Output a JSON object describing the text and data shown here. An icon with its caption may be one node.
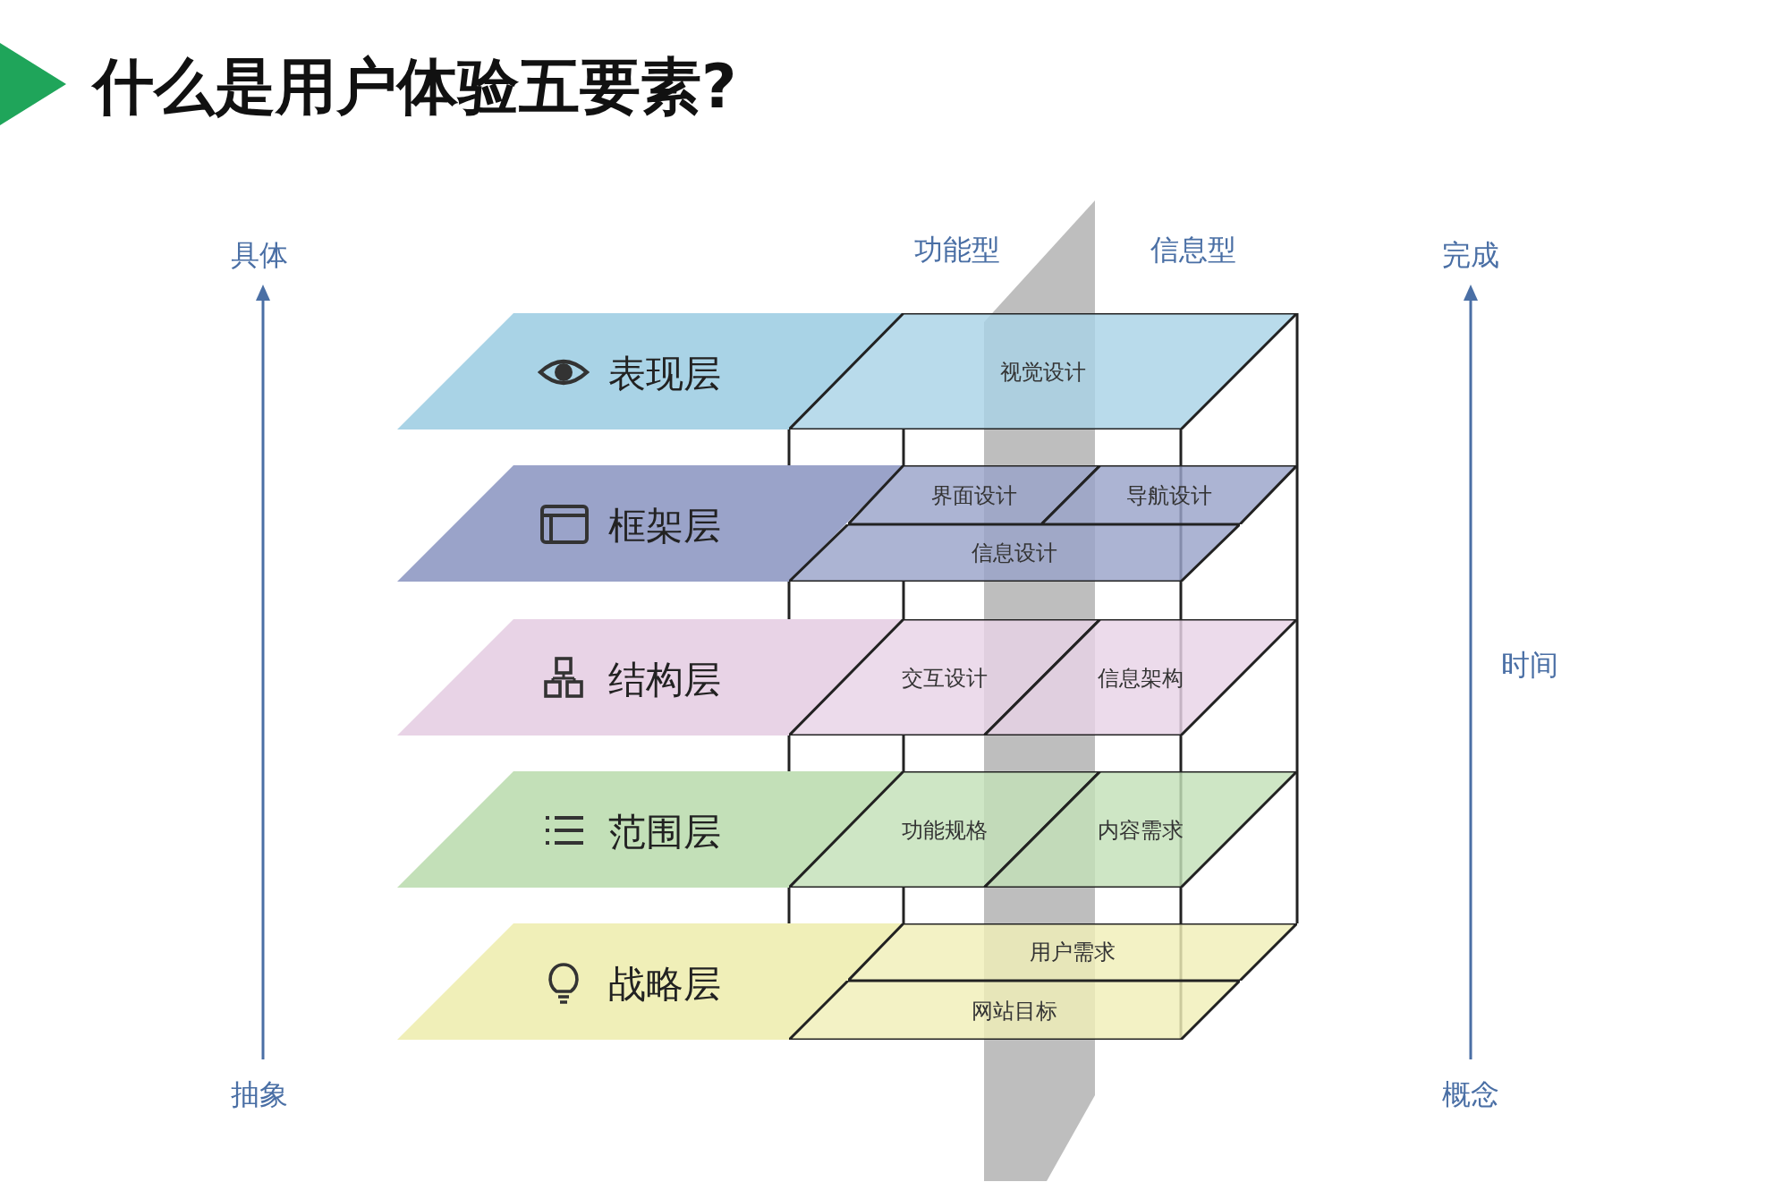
{
  "diagram": {
    "title": "什么是用户体验五要素?",
    "nodes": [
      {
        "text": [
          "表现层"
        ]
      },
      {
        "text": [
          "视觉设计"
        ]
      },
      {
        "text": [
          "框架层"
        ]
      },
      {
        "text": [
          "界面设计"
        ]
      },
      {
        "text": [
          "导航设计"
        ]
      },
      {
        "text": [
          "信息设计"
        ]
      },
      {
        "text": [
          "结构层"
        ]
      },
      {
        "text": [
          "交互设计"
        ]
      },
      {
        "text": [
          "信息架构"
        ]
      },
      {
        "text": [
          "范围层"
        ]
      },
      {
        "text": [
          "功能规格"
        ]
      },
      {
        "text": [
          "内容需求"
        ]
      },
      {
        "text": [
          "战略层"
        ]
      },
      {
        "text": [
          "用户需求"
        ]
      },
      {
        "text": [
          "网站目标"
        ]
      }
    ],
    "labels": [
      "具体",
      "功能型",
      "信息型",
      "完成",
      "时间",
      "抽象",
      "概念"
    ]
  }
}
